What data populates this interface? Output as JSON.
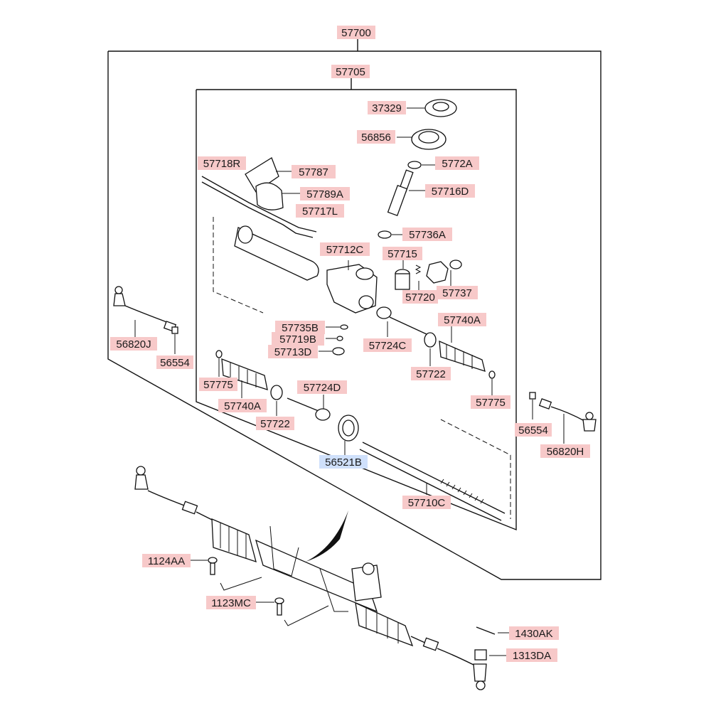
{
  "diagram": {
    "labels": {
      "p57700": "57700",
      "p57705": "57705",
      "p37329": "37329",
      "p56856": "56856",
      "p5772A": "5772A",
      "p57716D": "57716D",
      "p57718R": "57718R",
      "p57787": "57787",
      "p57789A": "57789A",
      "p57717L": "57717L",
      "p57736A": "57736A",
      "p57712C": "57712C",
      "p57715": "57715",
      "p57720": "57720",
      "p57737": "57737",
      "p57735B": "57735B",
      "p57719B": "57719B",
      "p57713D": "57713D",
      "p57740A_r": "57740A",
      "p57724C": "57724C",
      "p57722_r": "57722",
      "p57775_r": "57775",
      "p56820J": "56820J",
      "p56554_l": "56554",
      "p57775_l": "57775",
      "p57740A_l": "57740A",
      "p57724D": "57724D",
      "p57722_l": "57722",
      "p56521B": "56521B",
      "p56554_r": "56554",
      "p56820H": "56820H",
      "p57710C": "57710C",
      "p1124AA": "1124AA",
      "p1123MC": "1123MC",
      "p1430AK": "1430AK",
      "p1313DA": "1313DA"
    }
  }
}
